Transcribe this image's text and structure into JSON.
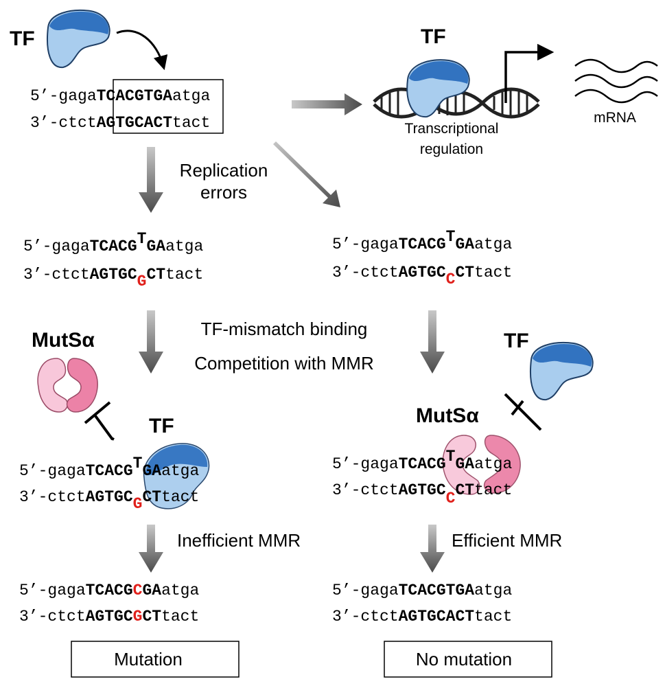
{
  "colors": {
    "accent_red": "#e0201b",
    "tf_dark": "#3273c0",
    "tf_light": "#a9cdee",
    "mutsa_dark": "#ec82a7",
    "mutsa_light": "#f8c7da",
    "arrow_gray": "#555555"
  },
  "labels": {
    "tf_top_left": "TF",
    "tf_top_right": "TF",
    "mrna": "mRNA",
    "transcription_line1": "Transcriptional",
    "transcription_line2": "regulation",
    "replication_line1": "Replication",
    "replication_line2": "errors",
    "tf_mismatch_binding": "TF-mismatch binding",
    "competition_mmr": "Competition with MMR",
    "mutsa_left": "MutSα",
    "mutsa_right": "MutSα",
    "tf_left_bound": "TF",
    "tf_right_free": "TF",
    "inefficient_mmr": "Inefficient MMR",
    "efficient_mmr": "Efficient MMR",
    "result_mutation": "Mutation",
    "result_no_mutation": "No mutation"
  },
  "sequences": {
    "top": {
      "s5": [
        "5’-gaga",
        "TCACGTGA",
        "atga"
      ],
      "s3": [
        "3’-ctct",
        "AGTGCACT",
        "tact"
      ]
    },
    "mid_left": {
      "s5": [
        "5’-gaga",
        "TCACG",
        "T",
        "GA",
        "atga"
      ],
      "s3": [
        "3’-ctct",
        "AGTGC",
        "G",
        "CT",
        "tact"
      ]
    },
    "mid_right": {
      "s5": [
        "5’-gaga",
        "TCACG",
        "T",
        "GA",
        "atga"
      ],
      "s3": [
        "3’-ctct",
        "AGTGC",
        "C",
        "CT",
        "tact"
      ]
    },
    "bound_left": {
      "s5": [
        "5’-gaga",
        "TCACG",
        "T",
        "GA",
        "atga"
      ],
      "s3": [
        "3’-ctct",
        "AGTGC",
        "G",
        "CT",
        "tact"
      ]
    },
    "bound_right": {
      "s5": [
        "5’-gaga",
        "TCACG",
        "T",
        "GA",
        "atga"
      ],
      "s3": [
        "3’-ctct",
        "AGTGC",
        "C",
        "CT",
        "tact"
      ]
    },
    "final_left": {
      "s5": [
        "5’-gaga",
        "TCACG",
        "C",
        "GA",
        "atga"
      ],
      "s3": [
        "3’-ctct",
        "AGTGC",
        "G",
        "CT",
        "tact"
      ]
    },
    "final_right": {
      "s5": [
        "5’-gaga",
        "TCACGTGA",
        "atga"
      ],
      "s3": [
        "3’-ctct",
        "AGTGCACT",
        "tact"
      ]
    }
  }
}
